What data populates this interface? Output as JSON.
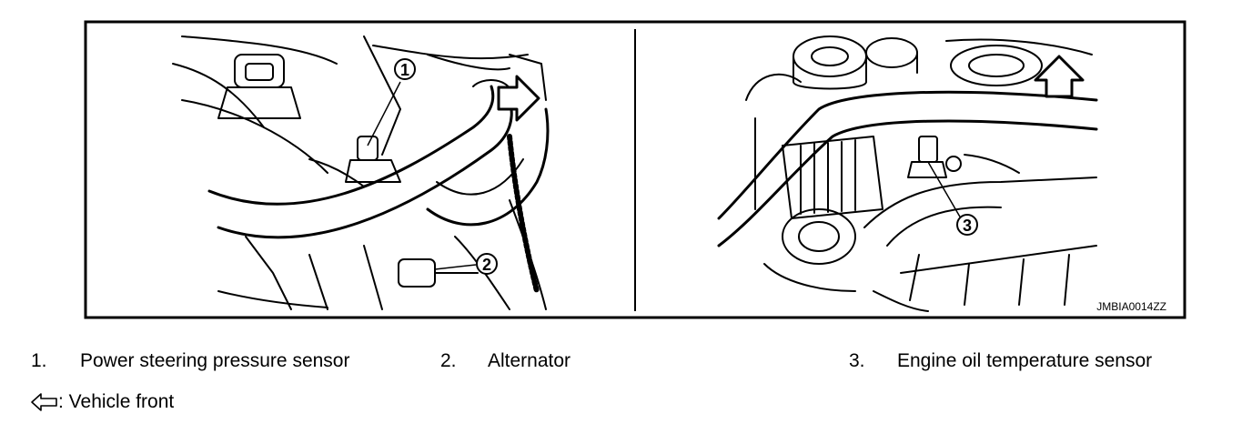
{
  "figure": {
    "code": "JMBIA0014ZZ",
    "callouts": [
      "1",
      "2",
      "3"
    ]
  },
  "legend": [
    {
      "num": "1.",
      "label": "Power steering pressure sensor"
    },
    {
      "num": "2.",
      "label": "Alternator"
    },
    {
      "num": "3.",
      "label": "Engine oil temperature sensor"
    }
  ],
  "front_note": ": Vehicle front",
  "icons": {
    "front_arrow": "hollow-arrow-left-icon"
  }
}
